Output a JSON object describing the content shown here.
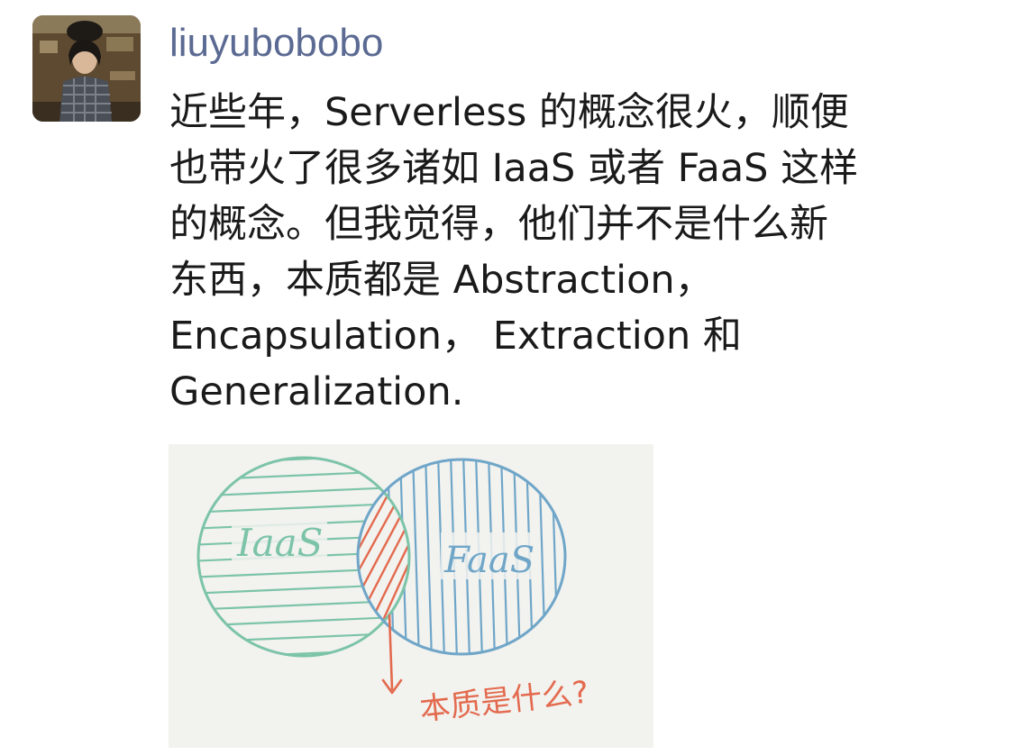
{
  "post": {
    "username": "liuyubobobo",
    "content_lines": [
      "近些年，Serverless 的概念很火，顺便",
      "也带火了很多诸如 IaaS 或者 FaaS 这样",
      "的概念。但我觉得，他们并不是什么新",
      "东西，本质都是 Abstraction，",
      "Encapsulation， Extraction 和",
      "Generalization."
    ],
    "image": {
      "left_label": "IaaS",
      "right_label": "FaaS",
      "question": "本质是什么?",
      "colors": {
        "left_circle": "#7cc4a8",
        "right_circle": "#6fa6c8",
        "intersection": "#e36a4e",
        "background": "#f2f2ef"
      }
    }
  },
  "colors": {
    "username": "#5b6a92",
    "text": "#1a1a1a"
  }
}
